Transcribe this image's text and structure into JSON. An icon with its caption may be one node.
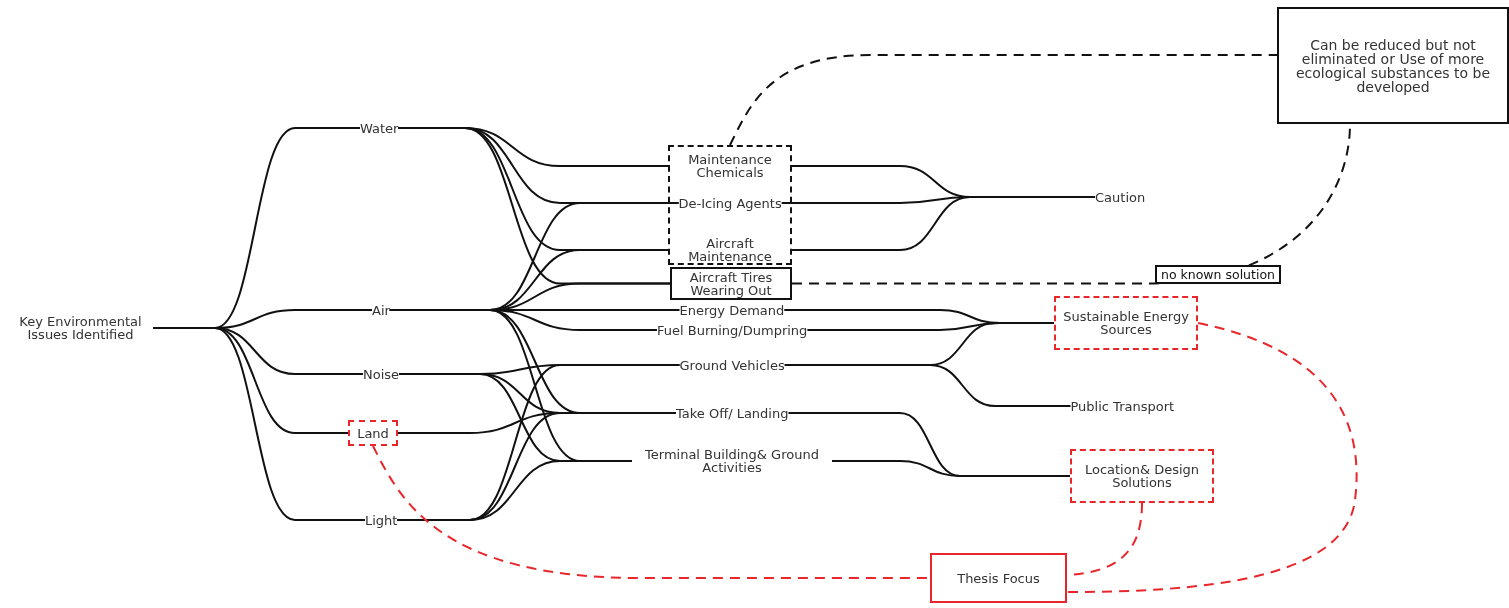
{
  "diagram": {
    "nodes": [
      {
        "text": [
          "Key Environmental Issues Identified"
        ]
      },
      {
        "text": [
          "Water"
        ]
      },
      {
        "text": [
          "Air"
        ]
      },
      {
        "text": [
          "Noise"
        ]
      },
      {
        "text": [
          "Land"
        ]
      },
      {
        "text": [
          "Light"
        ]
      },
      {
        "text": [],
        "shape": "box"
      },
      {
        "text": [
          "Maintenance Chemicals"
        ],
        "in": 6
      },
      {
        "text": [
          "De-Icing Agents"
        ],
        "in": 6
      },
      {
        "text": [
          "Aircraft Maintenance"
        ],
        "in": 6
      },
      {
        "text": [
          "Aircraft Tires Wearing Out"
        ]
      },
      {
        "text": [
          "Energy Demand"
        ]
      },
      {
        "text": [
          "Fuel Burning/Dumpring"
        ]
      },
      {
        "text": [
          "Ground Vehicles"
        ]
      },
      {
        "text": [
          "Take Off/ Landing"
        ]
      },
      {
        "text": [
          "Terminal Building& Ground Activities"
        ]
      },
      {
        "text": [
          "Caution"
        ]
      },
      {
        "text": [
          "Sustainable Energy Sources"
        ]
      },
      {
        "text": [
          "Public Transport"
        ]
      },
      {
        "text": [
          "Location& Design Solutions"
        ]
      },
      {
        "text": [
          "Can be reduced but not eliminated or Use of more ecological substances to be developed"
        ]
      },
      {
        "text": [
          "Thesis Focus"
        ]
      }
    ],
    "edges": [
      {
        "from": 0,
        "to": 1,
        "arrow": "none"
      },
      {
        "from": 0,
        "to": 2,
        "arrow": "none"
      },
      {
        "from": 0,
        "to": 3,
        "arrow": "none"
      },
      {
        "from": 0,
        "to": 4,
        "arrow": "none"
      },
      {
        "from": 0,
        "to": 5,
        "arrow": "none"
      },
      {
        "from": 1,
        "to": 7,
        "arrow": "none"
      },
      {
        "from": 1,
        "to": 8,
        "arrow": "none"
      },
      {
        "from": 1,
        "to": 9,
        "arrow": "none"
      },
      {
        "from": 1,
        "to": 10,
        "arrow": "none"
      },
      {
        "from": 2,
        "to": 8,
        "arrow": "none"
      },
      {
        "from": 2,
        "to": 9,
        "arrow": "none"
      },
      {
        "from": 2,
        "to": 10,
        "arrow": "none"
      },
      {
        "from": 2,
        "to": 11,
        "arrow": "none"
      },
      {
        "from": 2,
        "to": 12,
        "arrow": "none"
      },
      {
        "from": 2,
        "to": 14,
        "arrow": "none"
      },
      {
        "from": 2,
        "to": 15,
        "arrow": "none"
      },
      {
        "from": 3,
        "to": 13,
        "arrow": "none"
      },
      {
        "from": 3,
        "to": 14,
        "arrow": "none"
      },
      {
        "from": 3,
        "to": 15,
        "arrow": "none"
      },
      {
        "from": 4,
        "to": 14,
        "arrow": "none"
      },
      {
        "from": 5,
        "to": 13,
        "arrow": "none"
      },
      {
        "from": 5,
        "to": 14,
        "arrow": "none"
      },
      {
        "from": 5,
        "to": 15,
        "arrow": "none"
      },
      {
        "from": 7,
        "to": 16,
        "arrow": "none"
      },
      {
        "from": 8,
        "to": 16,
        "arrow": "none"
      },
      {
        "from": 9,
        "to": 16,
        "arrow": "none"
      },
      {
        "from": 11,
        "to": 17,
        "arrow": "none"
      },
      {
        "from": 12,
        "to": 17,
        "arrow": "none"
      },
      {
        "from": 13,
        "to": 17,
        "arrow": "none"
      },
      {
        "from": 13,
        "to": 18,
        "arrow": "none"
      },
      {
        "from": 14,
        "to": 19,
        "arrow": "none"
      },
      {
        "from": 15,
        "to": 19,
        "arrow": "none"
      },
      {
        "from": 6,
        "to": 20,
        "arrow": "none",
        "style": "dashed"
      },
      {
        "from": 10,
        "to": 20,
        "arrow": "none",
        "style": "dashed",
        "label": "no known solution"
      },
      {
        "from": 4,
        "to": 21,
        "arrow": "none",
        "style": "dashed",
        "color": "#e8262b"
      },
      {
        "from": 17,
        "to": 21,
        "arrow": "none",
        "style": "dashed",
        "color": "#e8262b"
      },
      {
        "from": 19,
        "to": 21,
        "arrow": "none",
        "style": "dashed",
        "color": "#e8262b"
      }
    ]
  }
}
